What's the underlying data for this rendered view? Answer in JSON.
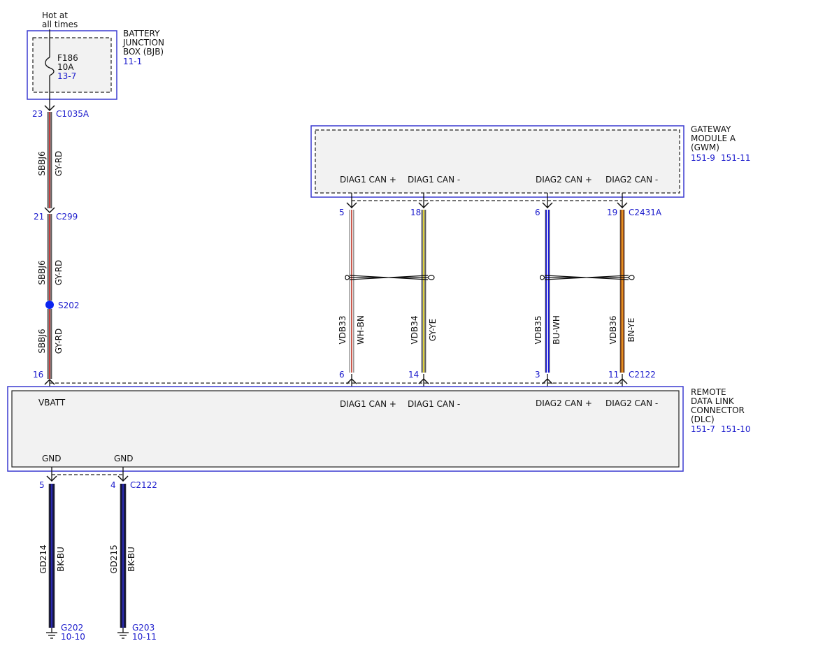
{
  "colors": {
    "border_blue": "#3a3ad0",
    "ref_blue": "#1a1acc",
    "box_fill": "#f2f2f2",
    "splice_blue": "#0b24f0"
  },
  "supply": {
    "label": "Hot at\nall times",
    "ground_icon": "ground-icon"
  },
  "bjb": {
    "title": "BATTERY\nJUNCTION\nBOX (BJB)",
    "ref": "11-1",
    "fuse": {
      "name": "F186",
      "rating": "10A",
      "ref": "13-7",
      "icon": "fuse-icon"
    }
  },
  "gwm": {
    "title": "GATEWAY\nMODULE A\n(GWM)",
    "ref1": "151-9",
    "ref2": "151-11",
    "pins": [
      "DIAG1 CAN +",
      "DIAG1 CAN -",
      "DIAG2 CAN +",
      "DIAG2 CAN -"
    ]
  },
  "dlc": {
    "title": "REMOTE\nDATA LINK\nCONNECTOR\n(DLC)",
    "ref1": "151-7",
    "ref2": "151-10",
    "pins": [
      "DIAG1 CAN +",
      "DIAG1 CAN -",
      "DIAG2 CAN +",
      "DIAG2 CAN -"
    ],
    "vbatt": "VBATT",
    "gnd": [
      "GND",
      "GND"
    ]
  },
  "connectors": {
    "c1035a": {
      "pin": "23",
      "name": "C1035A"
    },
    "c299": {
      "pin": "21",
      "name": "C299"
    },
    "splice": {
      "name": "S202"
    },
    "dlc_vbatt_pin": "16",
    "c2431a": {
      "pins": [
        "5",
        "18",
        "6",
        "19"
      ],
      "name": "C2431A"
    },
    "c2122_top": {
      "pins": [
        "6",
        "14",
        "3",
        "11"
      ],
      "name": "C2122"
    },
    "c2122_gnd": {
      "pins": [
        "5",
        "4"
      ],
      "name": "C2122"
    }
  },
  "wires": {
    "supply": [
      {
        "circuit": "SBBJ6",
        "color_code": "GY-RD",
        "base": "#808080",
        "stripe": "#d23030"
      },
      {
        "circuit": "SBBJ6",
        "color_code": "GY-RD",
        "base": "#808080",
        "stripe": "#d23030"
      },
      {
        "circuit": "SBBJ6",
        "color_code": "GY-RD",
        "base": "#808080",
        "stripe": "#d23030"
      }
    ],
    "can": [
      {
        "circuit": "VDB33",
        "color_code": "WH-BN",
        "base": "#ffffff",
        "stripe": "#c0392b"
      },
      {
        "circuit": "VDB34",
        "color_code": "GY-YE",
        "base": "#808080",
        "stripe": "#f2e22a"
      },
      {
        "circuit": "VDB35",
        "color_code": "BU-WH",
        "base": "#1a1adc",
        "stripe": "#ffffff"
      },
      {
        "circuit": "VDB36",
        "color_code": "BN-YE",
        "base": "#a0501e",
        "stripe": "#f0a020"
      }
    ],
    "ground": [
      {
        "circuit": "GD214",
        "color_code": "BK-BU",
        "base": "#15153a",
        "stripe": "#2a2ab0"
      },
      {
        "circuit": "GD215",
        "color_code": "BK-BU",
        "base": "#15153a",
        "stripe": "#2a2ab0"
      }
    ]
  },
  "grounds": [
    {
      "name": "G202",
      "ref": "10-10"
    },
    {
      "name": "G203",
      "ref": "10-11"
    }
  ]
}
